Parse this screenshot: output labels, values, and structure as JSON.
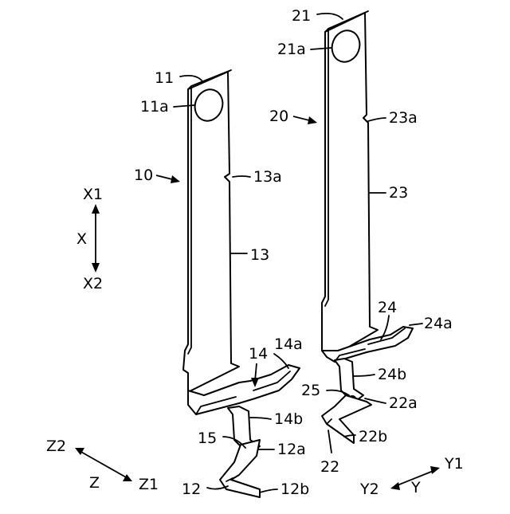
{
  "labels": {
    "l21": "21",
    "l21a": "21a",
    "l20": "20",
    "l23a": "23a",
    "l23": "23",
    "l24": "24",
    "l24a": "24a",
    "l24b": "24b",
    "l25": "25",
    "l22a": "22a",
    "l22b": "22b",
    "l22": "22",
    "l11": "11",
    "l11a": "11a",
    "l10": "10",
    "l13a": "13a",
    "l13": "13",
    "l14": "14",
    "l14a": "14a",
    "l14b": "14b",
    "l15": "15",
    "l12a": "12a",
    "l12": "12",
    "l12b": "12b"
  },
  "axes": {
    "x1": "X1",
    "x": "X",
    "x2": "X2",
    "z2": "Z2",
    "z": "Z",
    "z1": "Z1",
    "y1": "Y1",
    "y": "Y",
    "y2": "Y2"
  }
}
